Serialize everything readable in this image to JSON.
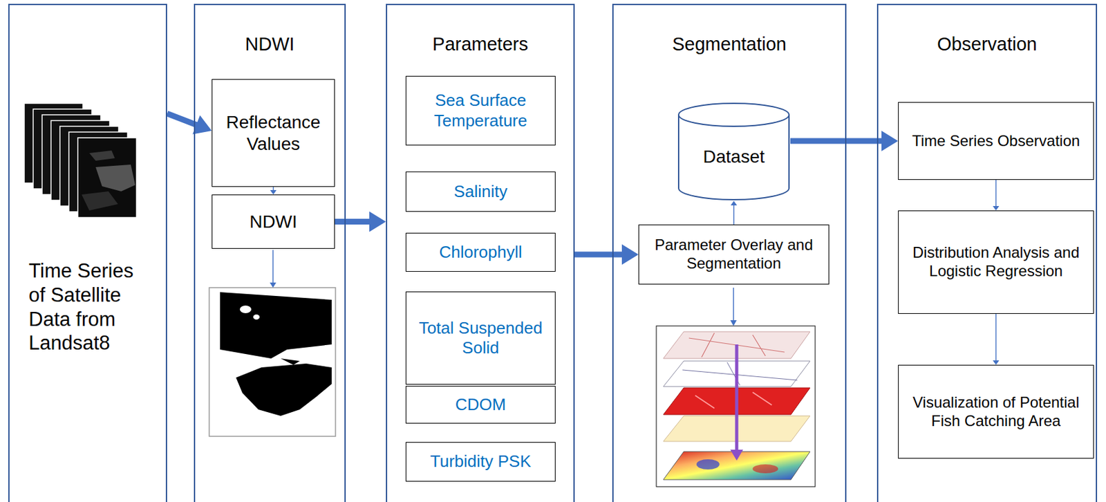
{
  "diagram": {
    "nodes": [
      {
        "text": [
          "Time Series of Satellite Data from Landsat8"
        ]
      },
      {
        "text": [
          "NDWI"
        ]
      },
      {
        "text": [
          "Reflectance Values"
        ],
        "in": 1
      },
      {
        "text": [
          "NDWI"
        ],
        "in": 1
      },
      {
        "text": [
          "Parameters"
        ]
      },
      {
        "text": [
          "Sea Surface Temperature"
        ],
        "in": 4
      },
      {
        "text": [
          "Salinity"
        ],
        "in": 4
      },
      {
        "text": [
          "Chlorophyll"
        ],
        "in": 4
      },
      {
        "text": [
          "Total Suspended Solid"
        ],
        "in": 4
      },
      {
        "text": [
          "CDOM"
        ],
        "in": 4
      },
      {
        "text": [
          "Turbidity PSK"
        ],
        "in": 4
      },
      {
        "text": [
          "Segmentation"
        ]
      },
      {
        "text": [
          "Dataset"
        ],
        "in": 11
      },
      {
        "text": [
          "Parameter Overlay and Segmentation"
        ],
        "in": 11
      },
      {
        "text": [
          "Observation"
        ]
      },
      {
        "text": [
          "Time Series Observation"
        ],
        "in": 14
      },
      {
        "text": [
          "Distribution Analysis and Logistic Regression"
        ],
        "in": 14
      },
      {
        "text": [
          "Visualization of Potential Fish Catching Area"
        ],
        "in": 14
      }
    ],
    "edges": [
      {
        "from": 0,
        "to": 2,
        "arrow": "to"
      },
      {
        "from": 2,
        "to": 3,
        "arrow": "to"
      },
      {
        "from": 3,
        "to": 4,
        "arrow": "to"
      },
      {
        "from": 4,
        "to": 13,
        "arrow": "to"
      },
      {
        "from": 13,
        "to": 12,
        "arrow": "to"
      },
      {
        "from": 12,
        "to": 15,
        "arrow": "to"
      },
      {
        "from": 15,
        "to": 16,
        "arrow": "to"
      },
      {
        "from": 16,
        "to": 17,
        "arrow": "to"
      }
    ]
  }
}
